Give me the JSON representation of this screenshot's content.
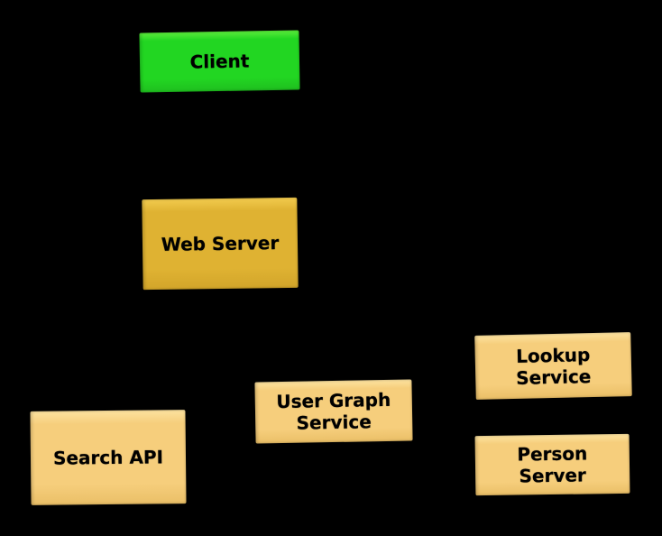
{
  "diagram": {
    "background_color": "#000000",
    "text_color": "#000000",
    "nodes": [
      {
        "id": "client",
        "label": "Client",
        "fill": "#22d622",
        "fill_top": "#5cec3c",
        "fill_bottom": "#1fbf1f"
      },
      {
        "id": "web-server",
        "label": "Web Server",
        "fill": "#dfb232",
        "fill_top": "#f2cb4e",
        "fill_bottom": "#d2a52a"
      },
      {
        "id": "lookup-service",
        "label": "Lookup\nService",
        "fill": "#f6ce7c",
        "fill_top": "#fde3a0",
        "fill_bottom": "#eabf67"
      },
      {
        "id": "user-graph-service",
        "label": "User Graph\nService",
        "fill": "#f6ce7c",
        "fill_top": "#fde3a0",
        "fill_bottom": "#eabf67"
      },
      {
        "id": "search-api",
        "label": "Search API",
        "fill": "#f6ce7c",
        "fill_top": "#fde3a0",
        "fill_bottom": "#eabf67"
      },
      {
        "id": "person-server",
        "label": "Person\nServer",
        "fill": "#f6ce7c",
        "fill_top": "#fde3a0",
        "fill_bottom": "#eabf67"
      }
    ]
  }
}
